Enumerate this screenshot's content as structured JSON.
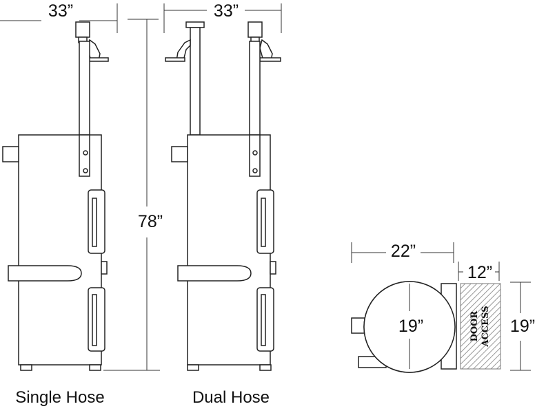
{
  "single_unit": {
    "width_label": "33”",
    "height_label": "78”",
    "caption": "Single Hose"
  },
  "dual_unit": {
    "width_label": "33”",
    "caption": "Dual Hose"
  },
  "top_view": {
    "depth_label": "22”",
    "door_width_label": "12”",
    "diameter_label": "19”",
    "side_label": "19”",
    "door_text_line1": "DOOR",
    "door_text_line2": "ACCESS"
  }
}
